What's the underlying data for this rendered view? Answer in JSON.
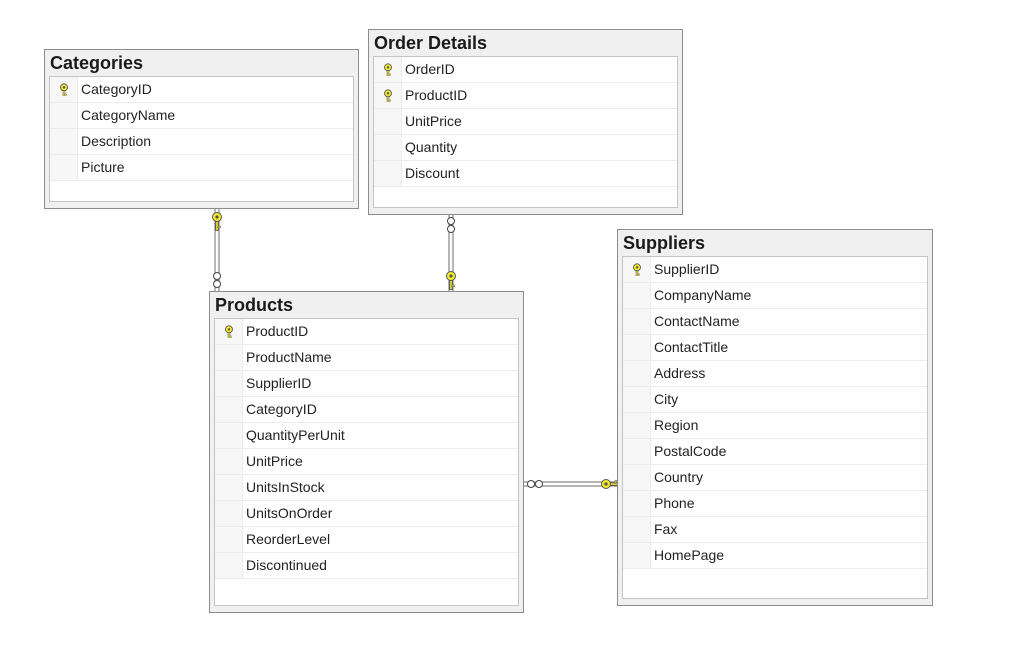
{
  "colors": {
    "table_frame": "#f0f0f0",
    "table_border": "#8c8c8c",
    "key_yellow": "#f3ea2c",
    "relationship_line": "#6e6e6e"
  },
  "tables": {
    "categories": {
      "title": "Categories",
      "columns": [
        {
          "name": "CategoryID",
          "key": true
        },
        {
          "name": "CategoryName",
          "key": false
        },
        {
          "name": "Description",
          "key": false
        },
        {
          "name": "Picture",
          "key": false
        }
      ]
    },
    "order_details": {
      "title": "Order Details",
      "columns": [
        {
          "name": "OrderID",
          "key": true
        },
        {
          "name": "ProductID",
          "key": true
        },
        {
          "name": "UnitPrice",
          "key": false
        },
        {
          "name": "Quantity",
          "key": false
        },
        {
          "name": "Discount",
          "key": false
        }
      ]
    },
    "products": {
      "title": "Products",
      "columns": [
        {
          "name": "ProductID",
          "key": true
        },
        {
          "name": "ProductName",
          "key": false
        },
        {
          "name": "SupplierID",
          "key": false
        },
        {
          "name": "CategoryID",
          "key": false
        },
        {
          "name": "QuantityPerUnit",
          "key": false
        },
        {
          "name": "UnitPrice",
          "key": false
        },
        {
          "name": "UnitsInStock",
          "key": false
        },
        {
          "name": "UnitsOnOrder",
          "key": false
        },
        {
          "name": "ReorderLevel",
          "key": false
        },
        {
          "name": "Discontinued",
          "key": false
        }
      ]
    },
    "suppliers": {
      "title": "Suppliers",
      "columns": [
        {
          "name": "SupplierID",
          "key": true
        },
        {
          "name": "CompanyName",
          "key": false
        },
        {
          "name": "ContactName",
          "key": false
        },
        {
          "name": "ContactTitle",
          "key": false
        },
        {
          "name": "Address",
          "key": false
        },
        {
          "name": "City",
          "key": false
        },
        {
          "name": "Region",
          "key": false
        },
        {
          "name": "PostalCode",
          "key": false
        },
        {
          "name": "Country",
          "key": false
        },
        {
          "name": "Phone",
          "key": false
        },
        {
          "name": "Fax",
          "key": false
        },
        {
          "name": "HomePage",
          "key": false
        }
      ]
    }
  },
  "relationships": [
    {
      "one": "Categories",
      "many": "Products"
    },
    {
      "one": "Products",
      "many": "Order Details"
    },
    {
      "one": "Suppliers",
      "many": "Products"
    }
  ]
}
